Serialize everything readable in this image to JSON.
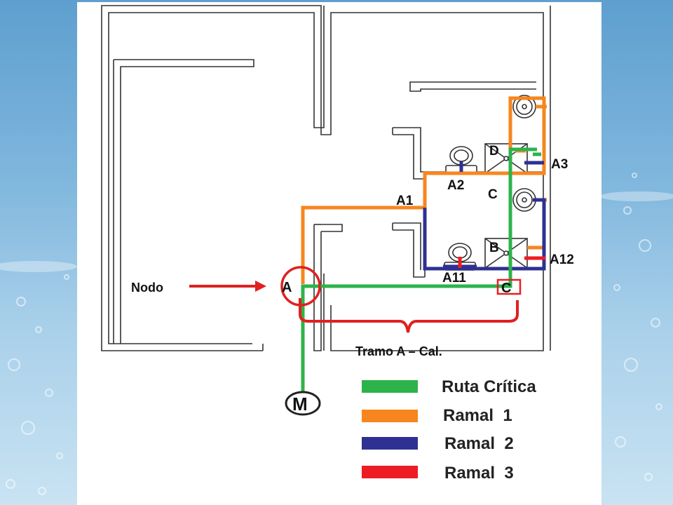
{
  "annotations": {
    "nodo": "Nodo",
    "tramo": "Tramo A – Cal."
  },
  "nodes": {
    "A": "A",
    "B": "B",
    "C_top": "C",
    "C_box": "C",
    "D": "D",
    "M": "M"
  },
  "fixtures": {
    "A1": "A1",
    "A2": "A2",
    "A3": "A3",
    "A11": "A11",
    "A12": "A12"
  },
  "legend": [
    {
      "label": "Ruta Crítica",
      "color": "#2db34a"
    },
    {
      "label": "Ramal  1",
      "color": "#f7861e"
    },
    {
      "label": "Ramal  2",
      "color": "#2e3192"
    },
    {
      "label": "Ramal  3",
      "color": "#ed1c24"
    }
  ],
  "colors": {
    "critical": "#2db34a",
    "ramal1": "#f7861e",
    "ramal2": "#2e3192",
    "ramal3": "#ed1c24",
    "annotation": "#e02020"
  }
}
